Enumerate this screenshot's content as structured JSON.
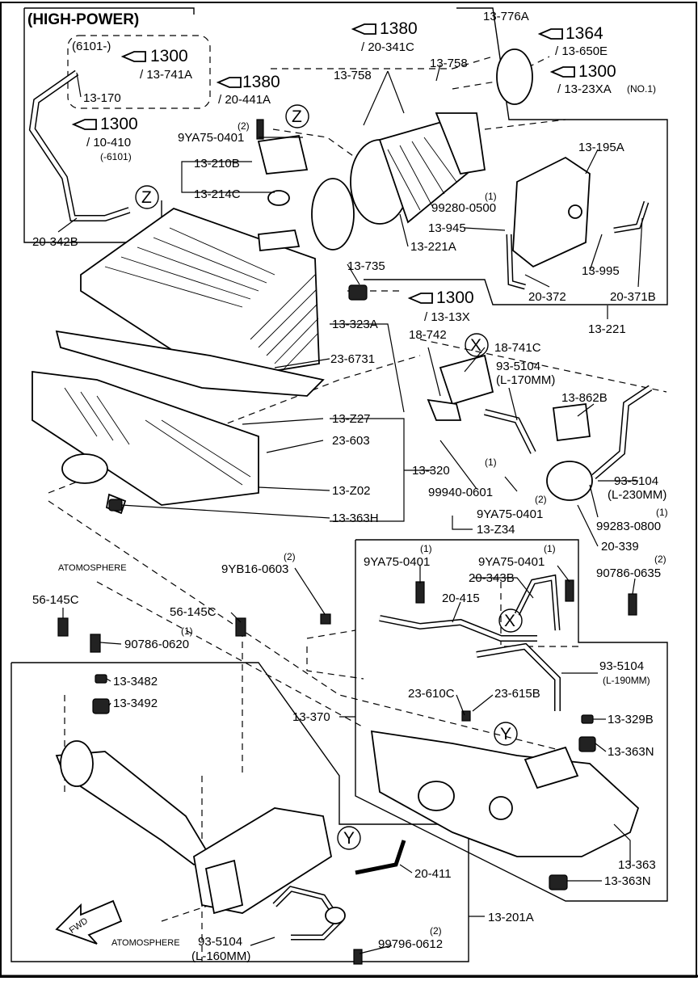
{
  "header": {
    "variant": "(HIGH-POWER)"
  },
  "refs": {
    "r6101": "(6101-)",
    "ref1300a": "1300",
    "ref1300a_sub": "/ 13-741A",
    "ref1380a": "1380",
    "ref1380a_sub": "/ 20-441A",
    "ref1300b": "1300",
    "ref1300b_sub": "/ 10-410",
    "ref1300b_note": "(-6101)",
    "ref1380b": "1380",
    "ref1380b_sub": "/ 20-341C",
    "ref1364": "1364",
    "ref1364_sub": "/ 13-650E",
    "ref1300c": "1300",
    "ref1300c_sub": "/ 13-23XA",
    "ref1300c_note": "(NO.1)",
    "ref1300d": "1300",
    "ref1300d_sub": "/ 13-13X"
  },
  "parts": {
    "p13_776A": "13-776A",
    "p13_170": "13-170",
    "p20_342B": "20-342B",
    "p13_758a": "13-758",
    "p13_758b": "13-758",
    "p9YA75_0401a": "9YA75-0401",
    "q2a": "(2)",
    "p13_210B": "13-210B",
    "p13_214C": "13-214C",
    "p13_195A": "13-195A",
    "q1a": "(1)",
    "p99280_0500": "99280-0500",
    "p13_945": "13-945",
    "p13_221A": "13-221A",
    "p13_735": "13-735",
    "p13_995": "13-995",
    "p20_372": "20-372",
    "p20_371B": "20-371B",
    "p13_221": "13-221",
    "p13_323A": "13-323A",
    "p18_742": "18-742",
    "p18_741C": "18-741C",
    "p23_6731": "23-6731",
    "p93_5104a": "93-5104",
    "p93_5104a_len": "(L-170MM)",
    "p13_862B": "13-862B",
    "p13_Z27": "13-Z27",
    "p23_603": "23-603",
    "p13_320": "13-320",
    "q1b": "(1)",
    "p99940_0601": "99940-0601",
    "p93_5104b": "93-5104",
    "p93_5104b_len": "(L-230MM)",
    "p13_Z02": "13-Z02",
    "q2b": "(2)",
    "q1c": "(1)",
    "p99283_0800": "99283-0800",
    "p13_363H": "13-363H",
    "p9YA75_0401b": "9YA75-0401",
    "p13_Z34": "13-Z34",
    "p20_339": "20-339",
    "atm1": "ATOMOSPHERE",
    "q2c": "(2)",
    "p9YB16_0603": "9YB16-0603",
    "q1d": "(1)",
    "p9YA75_0401c": "9YA75-0401",
    "q1e": "(1)",
    "p9YA75_0401d": "9YA75-0401",
    "q2d": "(2)",
    "p90786_0635": "90786-0635",
    "p56_145Ca": "56-145C",
    "p56_145Cb": "56-145C",
    "q1f": "(1)",
    "p90786_0620": "90786-0620",
    "p20_343B": "20-343B",
    "p20_415": "20-415",
    "p13_3482": "13-3482",
    "p13_3492": "13-3492",
    "p93_5104c": "93-5104",
    "p93_5104c_len": "(L-190MM)",
    "p23_610C": "23-610C",
    "p23_615B": "23-615B",
    "p13_370": "13-370",
    "p13_329B": "13-329B",
    "p13_363Na": "13-363N",
    "p13_363": "13-363",
    "p20_411": "20-411",
    "p13_363Nb": "13-363N",
    "p13_201A": "13-201A",
    "atm2": "ATOMOSPHERE",
    "p93_5104d": "93-5104",
    "p93_5104d_len": "(L-160MM)",
    "q2e": "(2)",
    "p99796_0612": "99796-0612",
    "fwd": "FWD"
  },
  "markers": {
    "z": "Z",
    "x": "X",
    "y": "Y"
  }
}
